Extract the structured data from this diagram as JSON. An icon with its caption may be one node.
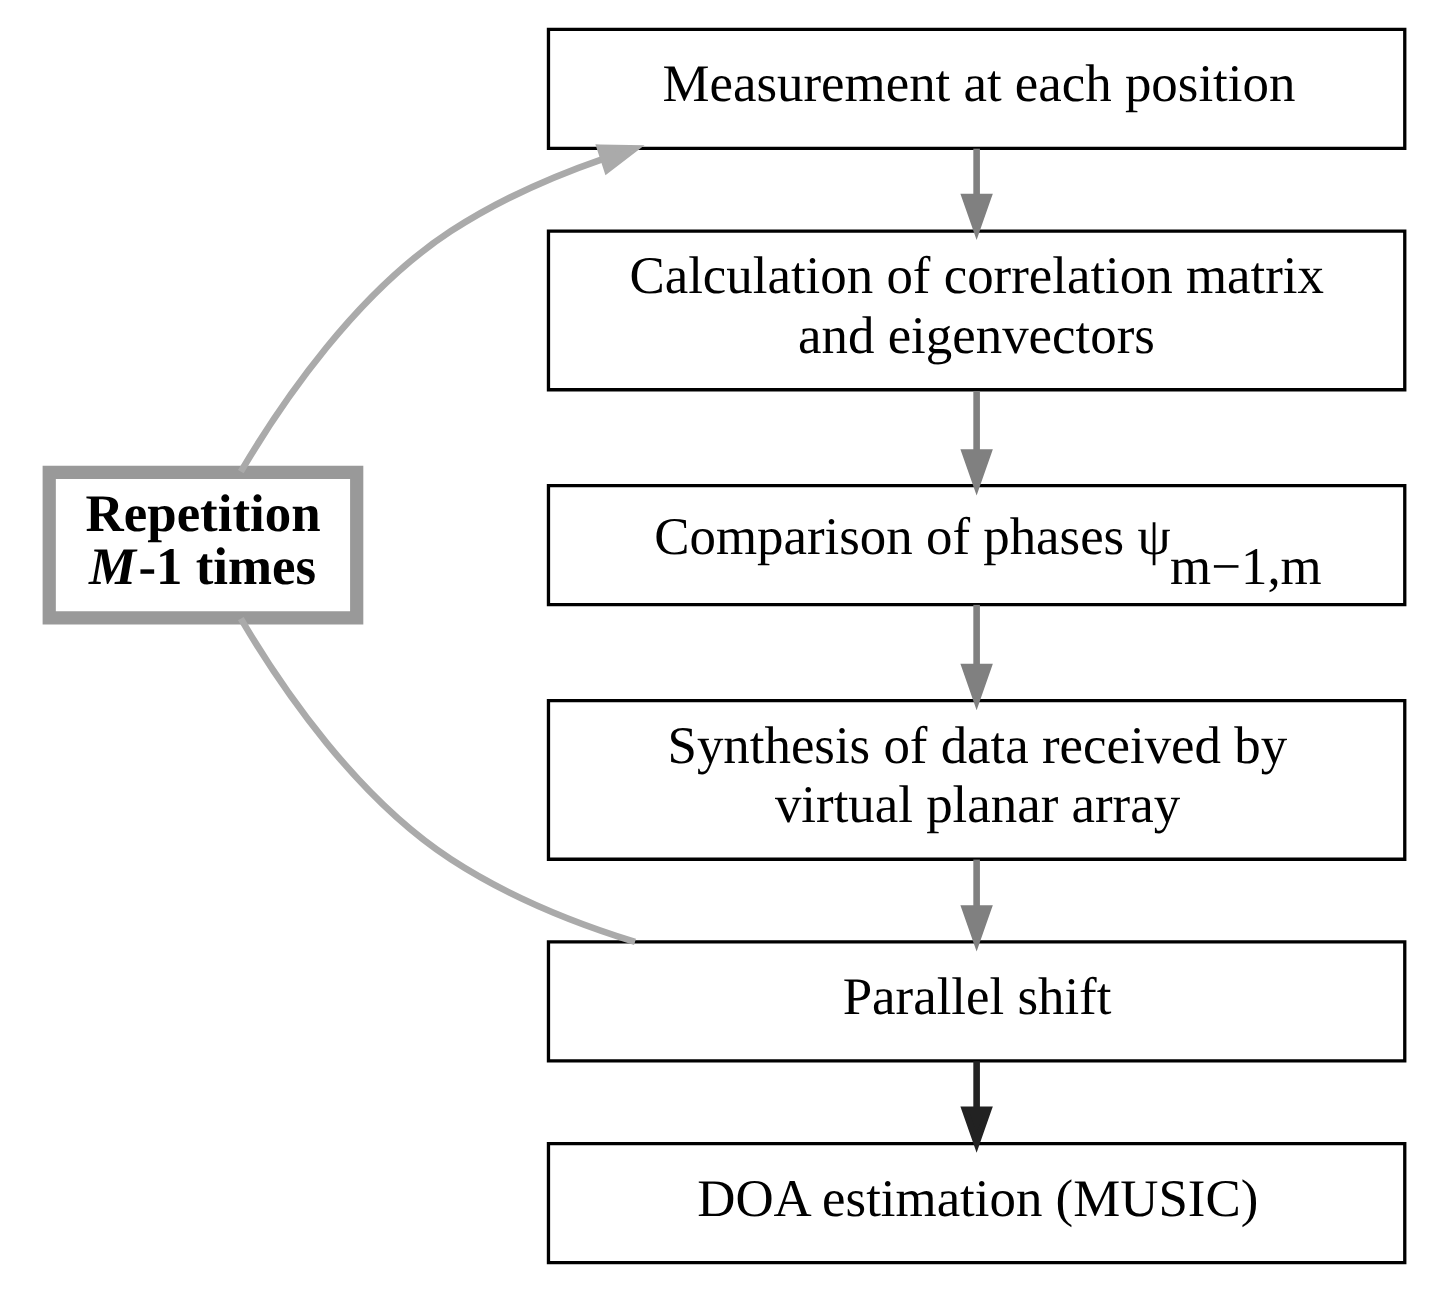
{
  "diagram": {
    "nodes": [
      {
        "text": [
          "Measurement at each position"
        ]
      },
      {
        "text": [
          "Calculation of correlation matrix and eigenvectors"
        ]
      },
      {
        "text": [
          "Comparison of phases ψ$_{m−1,m}$"
        ]
      },
      {
        "text": [
          "Synthesis of data received by virtual planar array"
        ]
      },
      {
        "text": [
          "Parallel shift"
        ]
      },
      {
        "text": [
          "DOA estimation (MUSIC)"
        ]
      },
      {
        "text": [
          "Repetition *M*-1 times"
        ]
      }
    ],
    "edges": [
      {
        "from": 0,
        "to": 1,
        "arrow": "to"
      },
      {
        "from": 1,
        "to": 2,
        "arrow": "to"
      },
      {
        "from": 2,
        "to": 3,
        "arrow": "to"
      },
      {
        "from": 3,
        "to": 4,
        "arrow": "to"
      },
      {
        "from": 4,
        "to": 5,
        "arrow": "to",
        "color": "#222222"
      },
      {
        "from": 4,
        "to": 6,
        "arrow": "none",
        "color": "#aaaaaa"
      },
      {
        "from": 6,
        "to": 0,
        "arrow": "to",
        "color": "#aaaaaa"
      }
    ]
  }
}
